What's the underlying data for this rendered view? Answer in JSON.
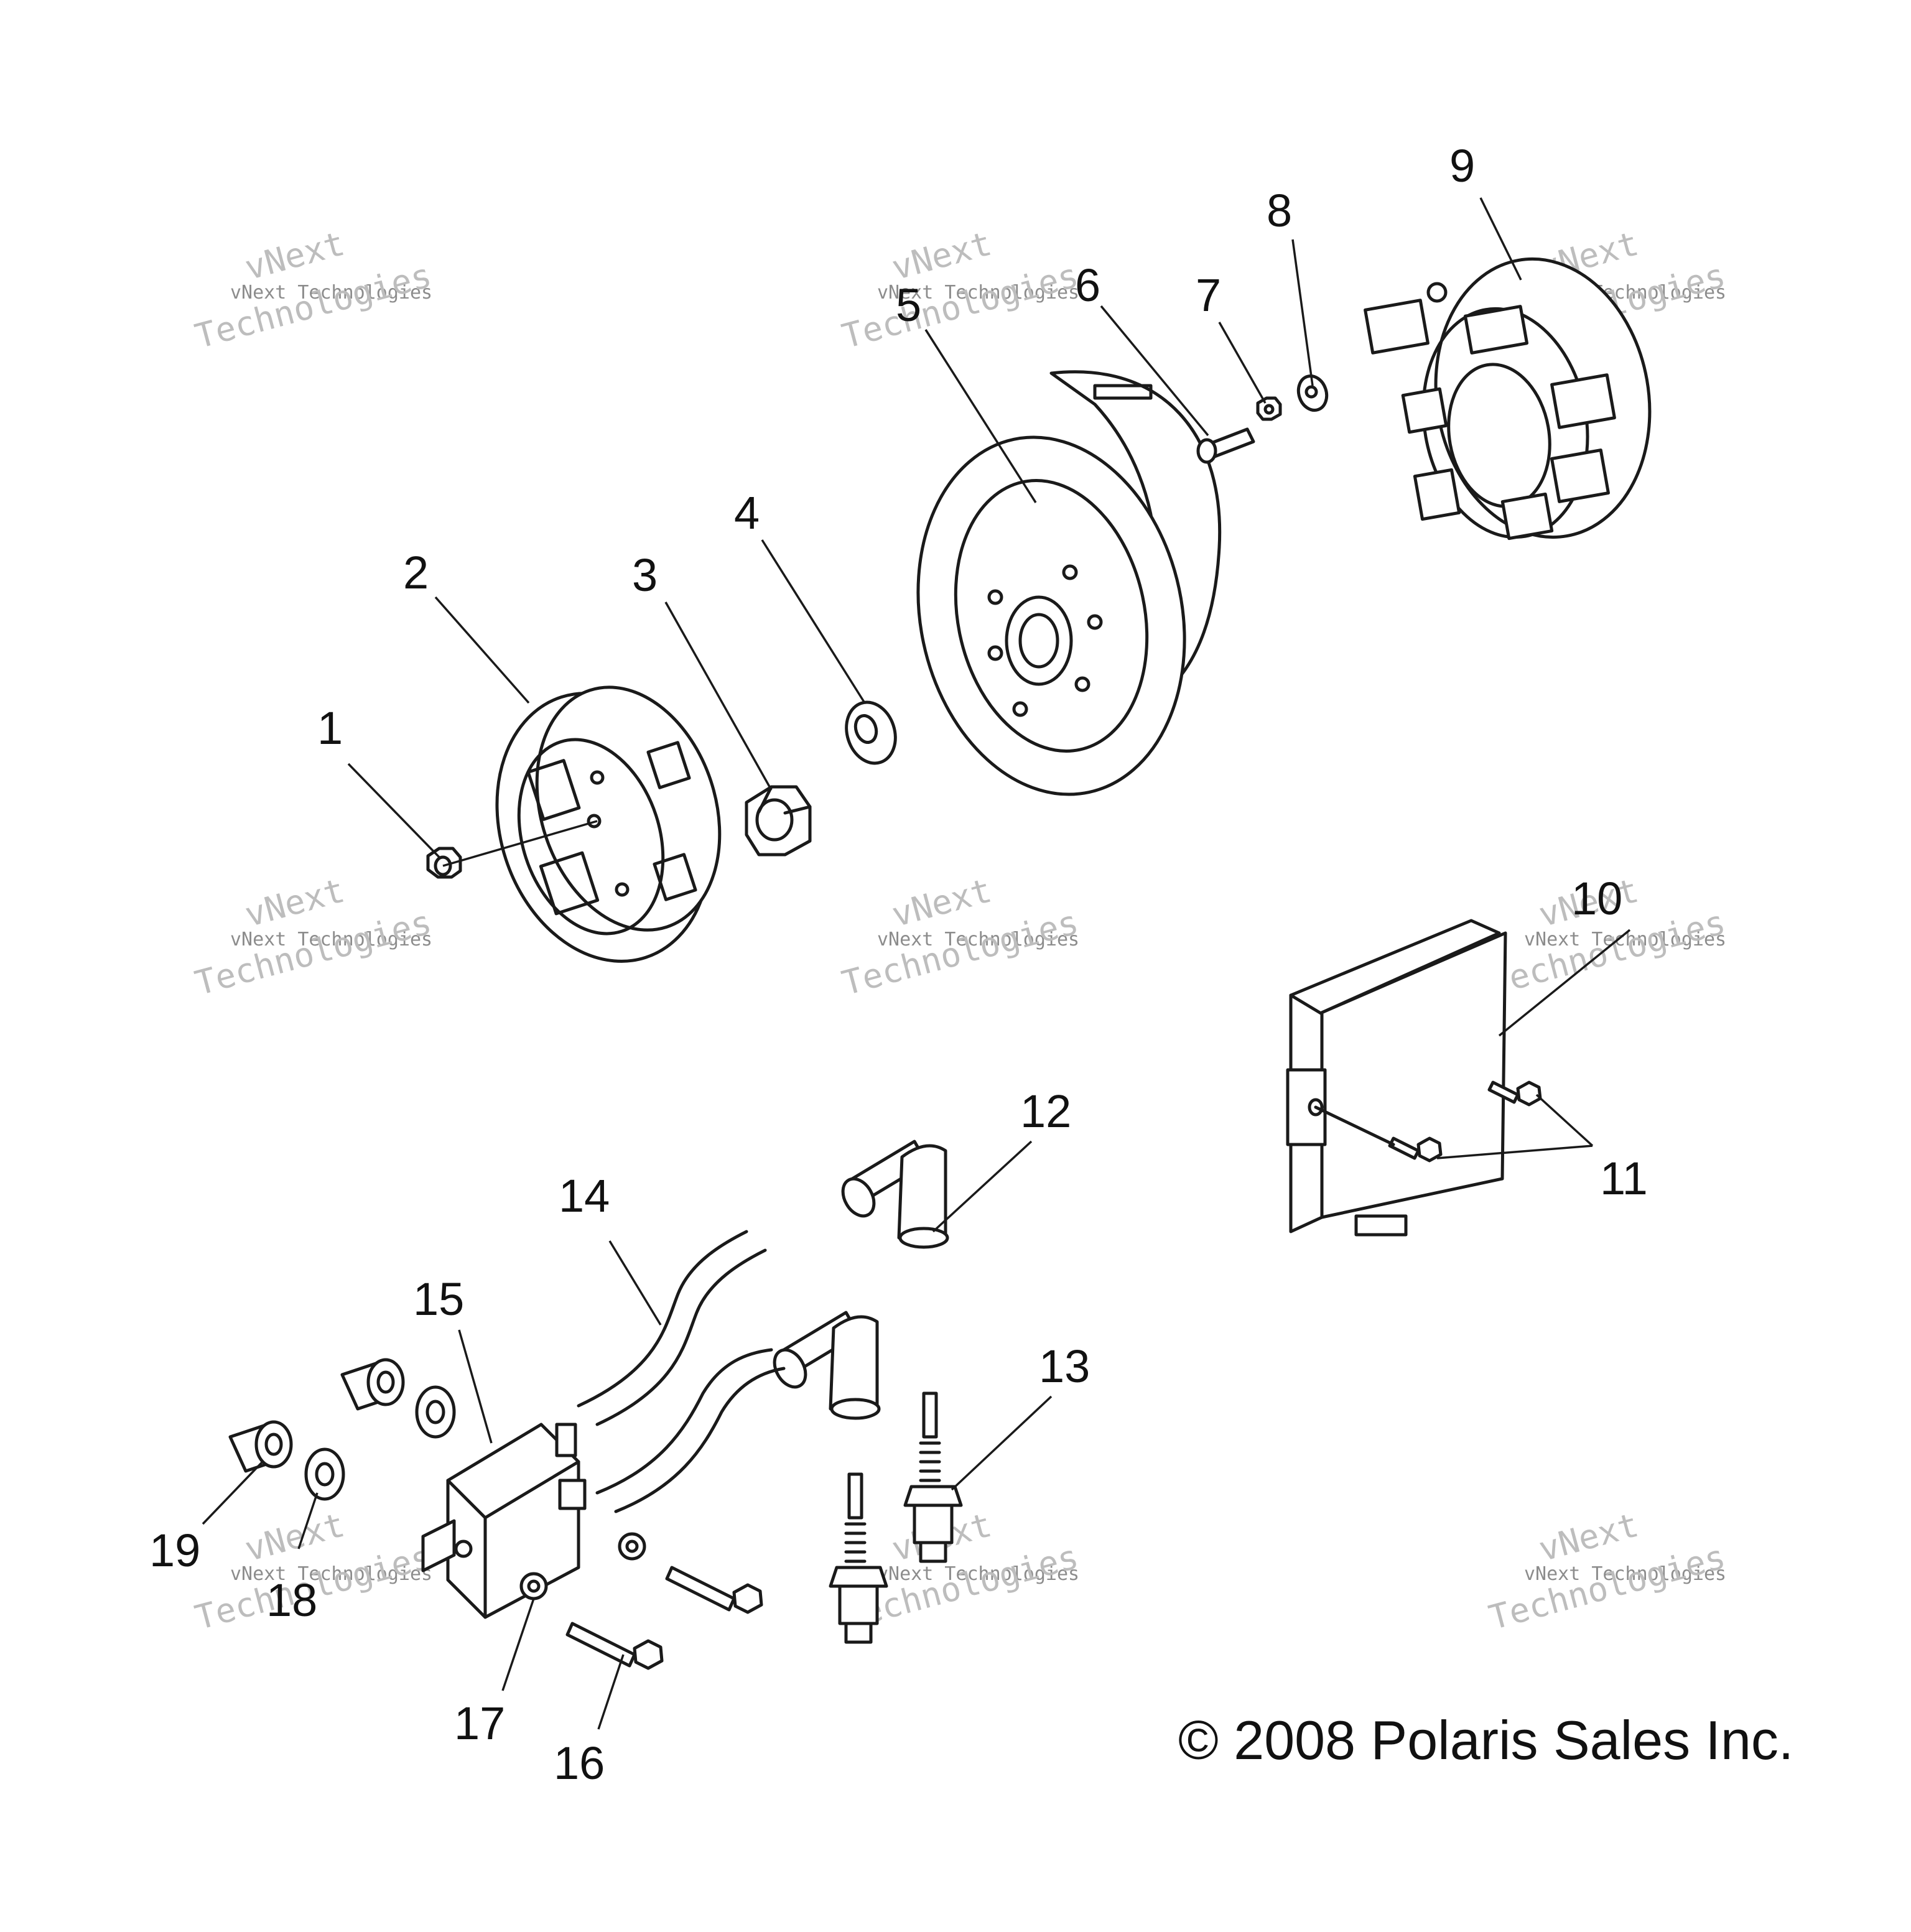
{
  "diagram": {
    "callouts": [
      "1",
      "2",
      "3",
      "4",
      "5",
      "6",
      "7",
      "8",
      "9",
      "10",
      "11",
      "12",
      "13",
      "14",
      "15",
      "16",
      "17",
      "18",
      "19"
    ],
    "copyright": "© 2008 Polaris Sales Inc.",
    "watermark": {
      "line1": "vNext",
      "line2": "vNext Technologies",
      "line3": "Technologies"
    }
  }
}
